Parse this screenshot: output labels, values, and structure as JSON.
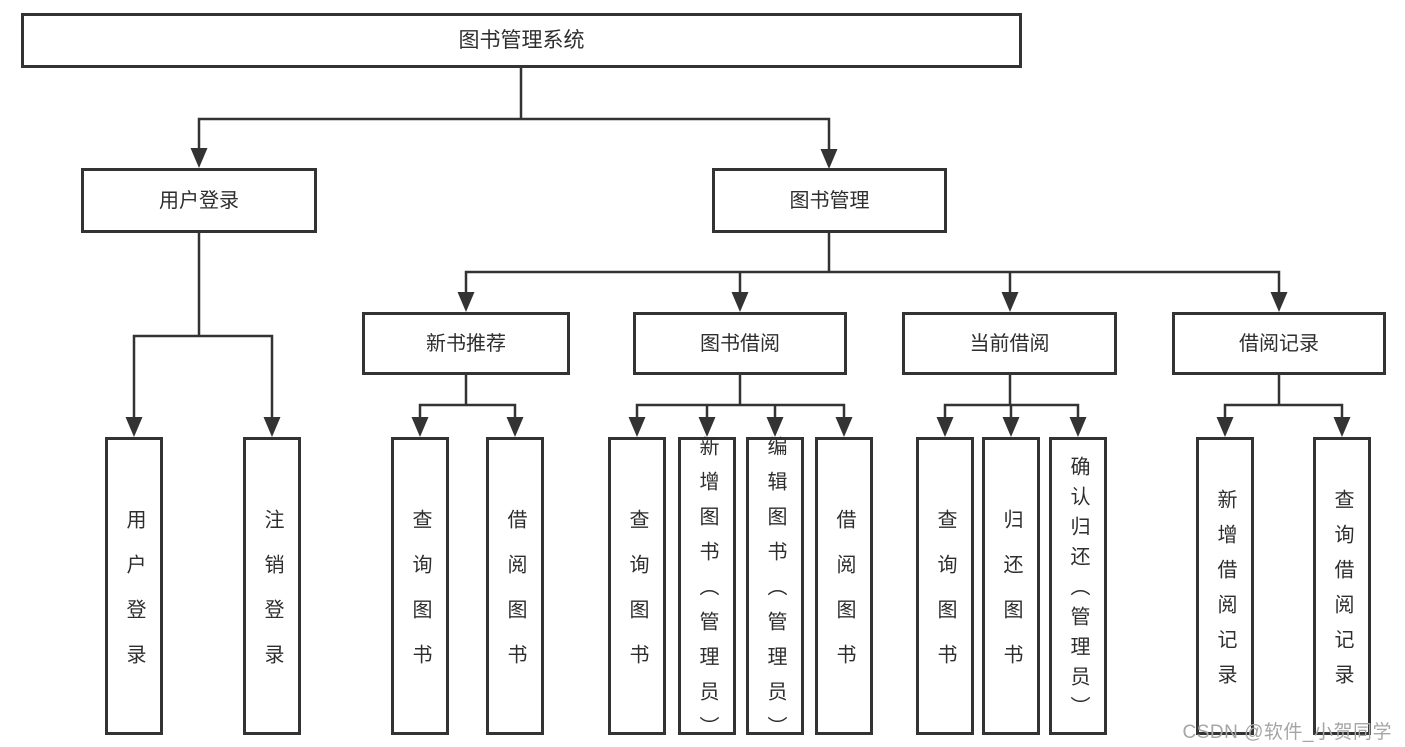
{
  "tree": {
    "label": "图书管理系统",
    "children": [
      {
        "label": "用户登录",
        "children": [
          {
            "label": "用户登录"
          },
          {
            "label": "注销登录"
          }
        ]
      },
      {
        "label": "图书管理",
        "children": [
          {
            "label": "新书推荐",
            "children": [
              {
                "label": "查询图书"
              },
              {
                "label": "借阅图书"
              }
            ]
          },
          {
            "label": "图书借阅",
            "children": [
              {
                "label": "查询图书"
              },
              {
                "label": "新增图书（管理员）"
              },
              {
                "label": "编辑图书（管理员）"
              },
              {
                "label": "借阅图书"
              }
            ]
          },
          {
            "label": "当前借阅",
            "children": [
              {
                "label": "查询图书"
              },
              {
                "label": "归还图书"
              },
              {
                "label": "确认归还（管理员）"
              }
            ]
          },
          {
            "label": "借阅记录",
            "children": [
              {
                "label": "新增借阅记录"
              },
              {
                "label": "查询借阅记录"
              }
            ]
          }
        ]
      }
    ]
  },
  "watermark": {
    "text": "CSDN @软件_小贺同学"
  },
  "colors": {
    "line": "#333333",
    "text": "#2e2e2e",
    "watermark": "#a6a6a6",
    "background": "#ffffff"
  }
}
